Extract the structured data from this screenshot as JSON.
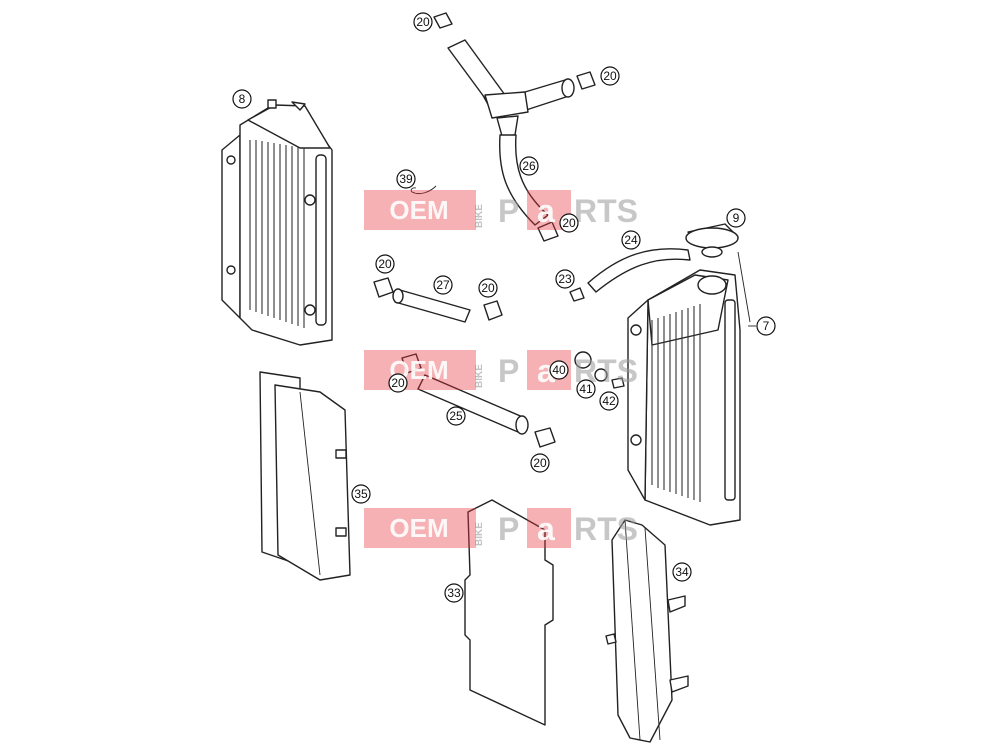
{
  "diagram": {
    "callouts": [
      "20",
      "20",
      "8",
      "26",
      "39",
      "20",
      "9",
      "24",
      "20",
      "27",
      "20",
      "23",
      "7",
      "40",
      "20",
      "41",
      "42",
      "25",
      "20",
      "35",
      "34",
      "33"
    ],
    "watermark": {
      "brand_a": "OEM",
      "brand_side": "BIKE",
      "brand_b1": "P",
      "brand_b2": "a",
      "brand_b3": "RTS"
    }
  }
}
